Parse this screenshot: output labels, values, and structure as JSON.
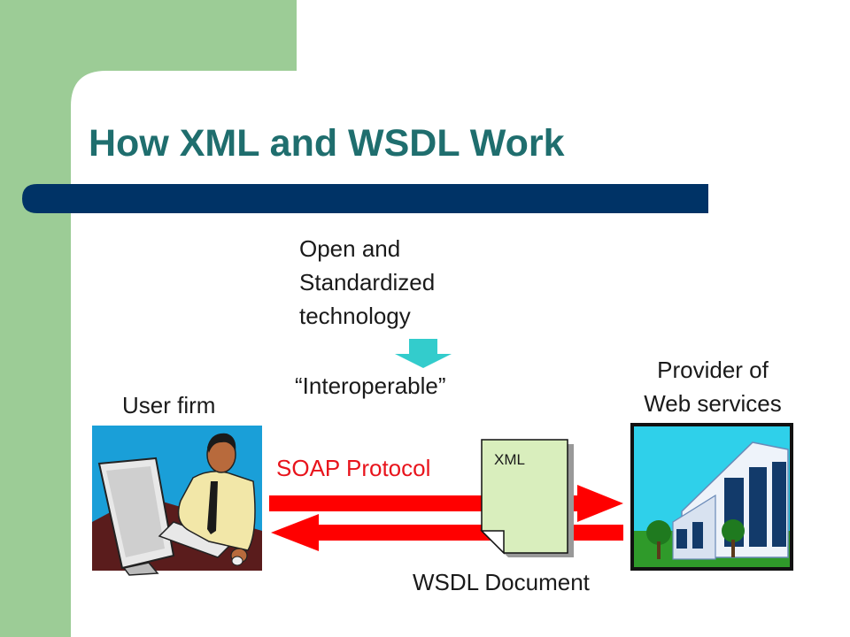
{
  "slide": {
    "title": "How XML and WSDL Work",
    "concept_lines": [
      "Open and",
      "Standardized",
      "technology"
    ],
    "result_label": "“Interoperable”",
    "user_label": "User firm",
    "provider_lines": [
      "Provider of",
      "Web services"
    ],
    "protocol_label": "SOAP Protocol",
    "document_tag": "XML",
    "document_label": "WSDL Document"
  },
  "colors": {
    "side_band": "#9ccc96",
    "title_bar": "#003366",
    "title_text": "#1f6e6e",
    "arrow_red": "#ff0000",
    "down_arrow": "#33cccc",
    "document_fill": "#d9eebd"
  },
  "icons": [
    "down-arrow-icon",
    "office-worker-clipart",
    "office-building-clipart",
    "document-icon"
  ]
}
